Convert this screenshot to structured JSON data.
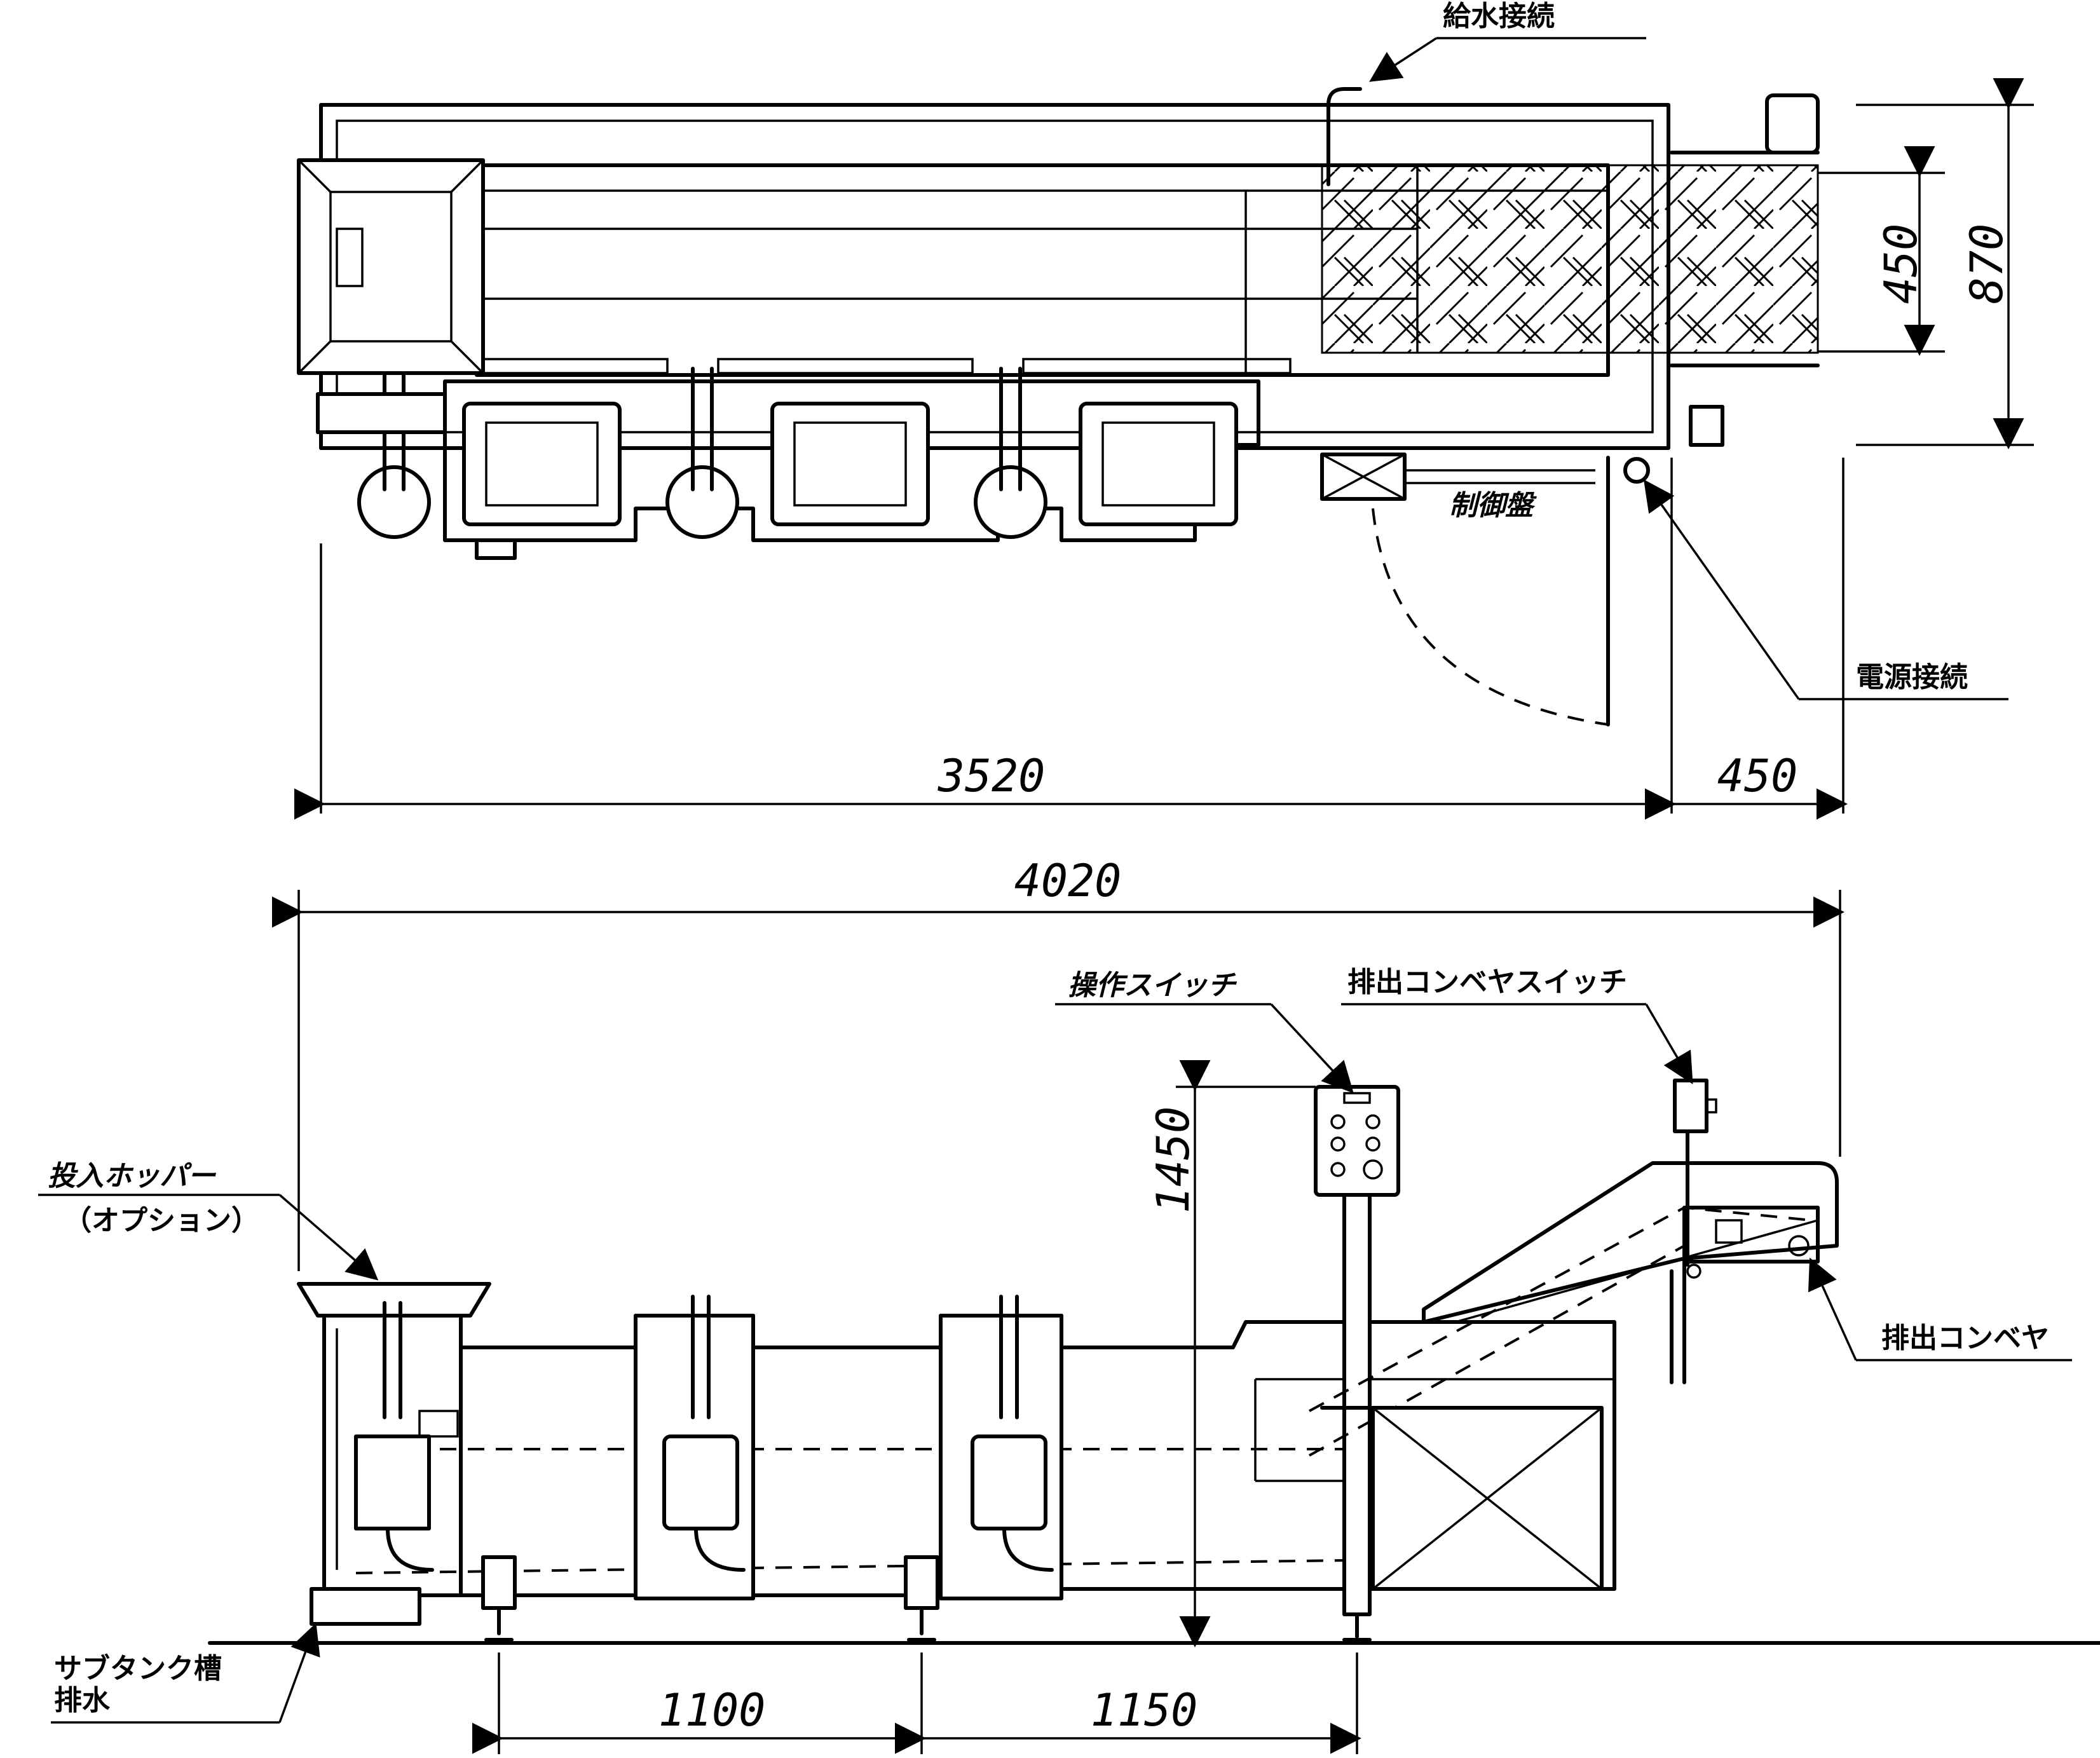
{
  "top_view": {
    "dimensions": {
      "length": "3520",
      "conveyor_extension": "450",
      "conveyor_width": "450",
      "overall_width": "870"
    },
    "labels": {
      "water_supply": "給水接続",
      "control_panel": "制御盤",
      "power": "電源接続"
    }
  },
  "side_view": {
    "dimensions": {
      "overall_length": "4020",
      "height": "1450",
      "span_left": "1100",
      "span_right": "1150"
    },
    "labels": {
      "operation_switch": "操作スイッチ",
      "discharge_conveyor_switch": "排出コンベヤスイッチ",
      "hopper": "投入ホッパー",
      "hopper_option": "（オプション）",
      "discharge_conveyor": "排出コンベヤ",
      "subtank_line1": "サブタンク槽",
      "subtank_line2": "排水"
    }
  }
}
